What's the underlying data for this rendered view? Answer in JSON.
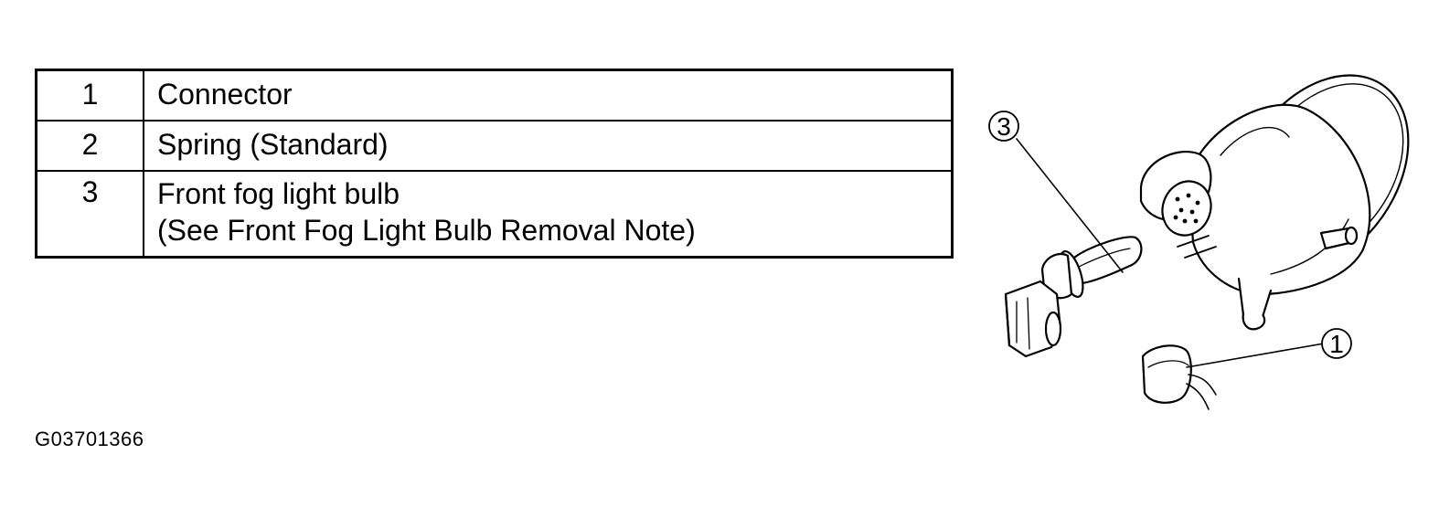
{
  "legend": {
    "rows": [
      {
        "number": "1",
        "lines": [
          "Connector"
        ]
      },
      {
        "number": "2",
        "lines": [
          "Spring (Standard)"
        ]
      },
      {
        "number": "3",
        "lines": [
          "Front fog light bulb",
          "(See Front Fog Light Bulb Removal Note)"
        ]
      }
    ]
  },
  "figure_code": "G03701366",
  "illustration": {
    "callouts": [
      "3",
      "1"
    ]
  }
}
